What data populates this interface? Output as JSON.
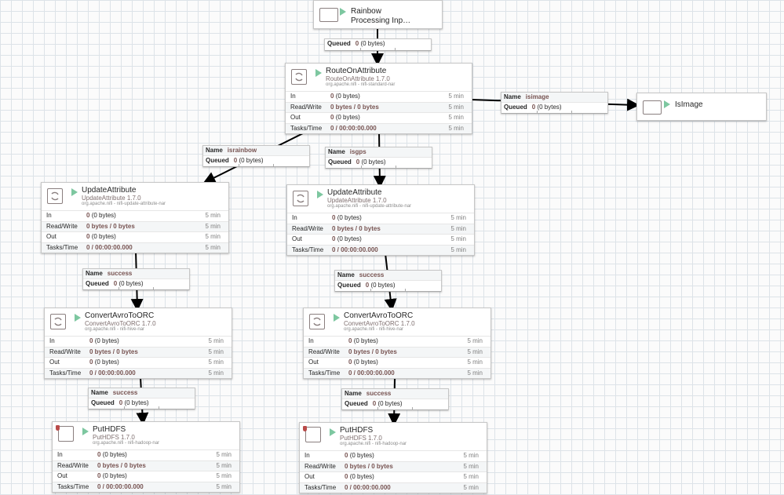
{
  "input_port": {
    "name_line1": "Rainbow",
    "name_line2": "Processing Inp…"
  },
  "output_port": {
    "name": "IsImage"
  },
  "stats_labels": {
    "in": "In",
    "rw": "Read/Write",
    "out": "Out",
    "tasks": "Tasks/Time"
  },
  "processors": [
    {
      "name": "RouteOnAttribute",
      "type": "RouteOnAttribute 1.7.0",
      "bundle": "org.apache.nifi - nifi-standard-nar",
      "in_count": "0",
      "in_bytes": "(0 bytes)",
      "rw": "0 bytes / 0 bytes",
      "out_count": "0",
      "out_bytes": "(0 bytes)",
      "tasks": "0 / 00:00:00.000",
      "window": "5 min"
    },
    {
      "name": "UpdateAttribute",
      "type": "UpdateAttribute 1.7.0",
      "bundle": "org.apache.nifi - nifi-update-attribute-nar",
      "in_count": "0",
      "in_bytes": "(0 bytes)",
      "rw": "0 bytes / 0 bytes",
      "out_count": "0",
      "out_bytes": "(0 bytes)",
      "tasks": "0 / 00:00:00.000",
      "window": "5 min"
    },
    {
      "name": "UpdateAttribute",
      "type": "UpdateAttribute 1.7.0",
      "bundle": "org.apache.nifi - nifi-update-attribute-nar",
      "in_count": "0",
      "in_bytes": "(0 bytes)",
      "rw": "0 bytes / 0 bytes",
      "out_count": "0",
      "out_bytes": "(0 bytes)",
      "tasks": "0 / 00:00:00.000",
      "window": "5 min"
    },
    {
      "name": "ConvertAvroToORC",
      "type": "ConvertAvroToORC 1.7.0",
      "bundle": "org.apache.nifi - nifi-hive-nar",
      "in_count": "0",
      "in_bytes": "(0 bytes)",
      "rw": "0 bytes / 0 bytes",
      "out_count": "0",
      "out_bytes": "(0 bytes)",
      "tasks": "0 / 00:00:00.000",
      "window": "5 min"
    },
    {
      "name": "ConvertAvroToORC",
      "type": "ConvertAvroToORC 1.7.0",
      "bundle": "org.apache.nifi - nifi-hive-nar",
      "in_count": "0",
      "in_bytes": "(0 bytes)",
      "rw": "0 bytes / 0 bytes",
      "out_count": "0",
      "out_bytes": "(0 bytes)",
      "tasks": "0 / 00:00:00.000",
      "window": "5 min"
    },
    {
      "name": "PutHDFS",
      "type": "PutHDFS 1.7.0",
      "bundle": "org.apache.nifi - nifi-hadoop-nar",
      "in_count": "0",
      "in_bytes": "(0 bytes)",
      "rw": "0 bytes / 0 bytes",
      "out_count": "0",
      "out_bytes": "(0 bytes)",
      "tasks": "0 / 00:00:00.000",
      "window": "5 min"
    },
    {
      "name": "PutHDFS",
      "type": "PutHDFS 1.7.0",
      "bundle": "org.apache.nifi - nifi-hadoop-nar",
      "in_count": "0",
      "in_bytes": "(0 bytes)",
      "rw": "0 bytes / 0 bytes",
      "out_count": "0",
      "out_bytes": "(0 bytes)",
      "tasks": "0 / 00:00:00.000",
      "window": "5 min"
    }
  ],
  "connections": {
    "name_label": "Name",
    "queued_label": "Queued",
    "items": [
      {
        "name": "",
        "queued_count": "0",
        "queued_bytes": "(0 bytes)"
      },
      {
        "name": "isimage",
        "queued_count": "0",
        "queued_bytes": "(0 bytes)"
      },
      {
        "name": "israinbow",
        "queued_count": "0",
        "queued_bytes": "(0 bytes)"
      },
      {
        "name": "isgps",
        "queued_count": "0",
        "queued_bytes": "(0 bytes)"
      },
      {
        "name": "success",
        "queued_count": "0",
        "queued_bytes": "(0 bytes)"
      },
      {
        "name": "success",
        "queued_count": "0",
        "queued_bytes": "(0 bytes)"
      },
      {
        "name": "success",
        "queued_count": "0",
        "queued_bytes": "(0 bytes)"
      },
      {
        "name": "success",
        "queued_count": "0",
        "queued_bytes": "(0 bytes)"
      }
    ]
  },
  "colors": {
    "running": "#7dc7a0",
    "value": "#775351",
    "canvas": "#fbfbfb",
    "grid": "#dde3e8"
  }
}
